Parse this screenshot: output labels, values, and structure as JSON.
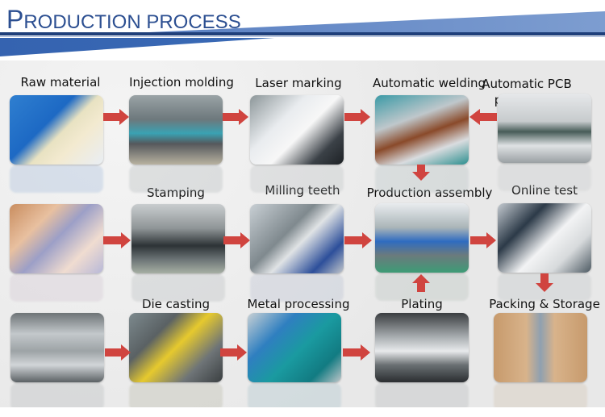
{
  "header": {
    "title_first_letter": "P",
    "title_rest": "RODUCTION PROCESS",
    "colors": {
      "title": "#2c4f91",
      "band_dark": "#1f3f7a",
      "band": "#3563b0",
      "band_light": "#7d9dd0"
    }
  },
  "arrow_color": "#d0443f",
  "rows": [
    {
      "steps": [
        {
          "label": "Raw material",
          "icon": "plastic-pellets-photo"
        },
        {
          "label": "Injection molding",
          "icon": "injection-molding-factory-photo"
        },
        {
          "label": "Laser marking",
          "icon": "laser-marking-workers-photo"
        },
        {
          "label": "Automatic welding",
          "icon": "welding-machine-photo"
        },
        {
          "label": "Automatic PCB production",
          "icon": "pcb-reflow-line-photo"
        }
      ]
    },
    {
      "steps": [
        {
          "label": "",
          "icon": "copper-strip-coils-photo"
        },
        {
          "label": "Stamping",
          "icon": "stamping-die-photo"
        },
        {
          "label": "Milling teeth",
          "icon": "milling-machine-photo"
        },
        {
          "label": "Production assembly",
          "icon": "assembly-line-photo"
        },
        {
          "label": "Online test",
          "icon": "online-test-workers-photo"
        }
      ]
    },
    {
      "steps": [
        {
          "label": "",
          "icon": "metal-ingots-photo"
        },
        {
          "label": "Die casting",
          "icon": "die-casting-machine-photo"
        },
        {
          "label": "Metal processing",
          "icon": "cnc-lathe-photo"
        },
        {
          "label": "Plating",
          "icon": "plating-line-photo"
        },
        {
          "label": "Packing & Storage",
          "icon": "warehouse-boxes-photo"
        }
      ]
    }
  ]
}
